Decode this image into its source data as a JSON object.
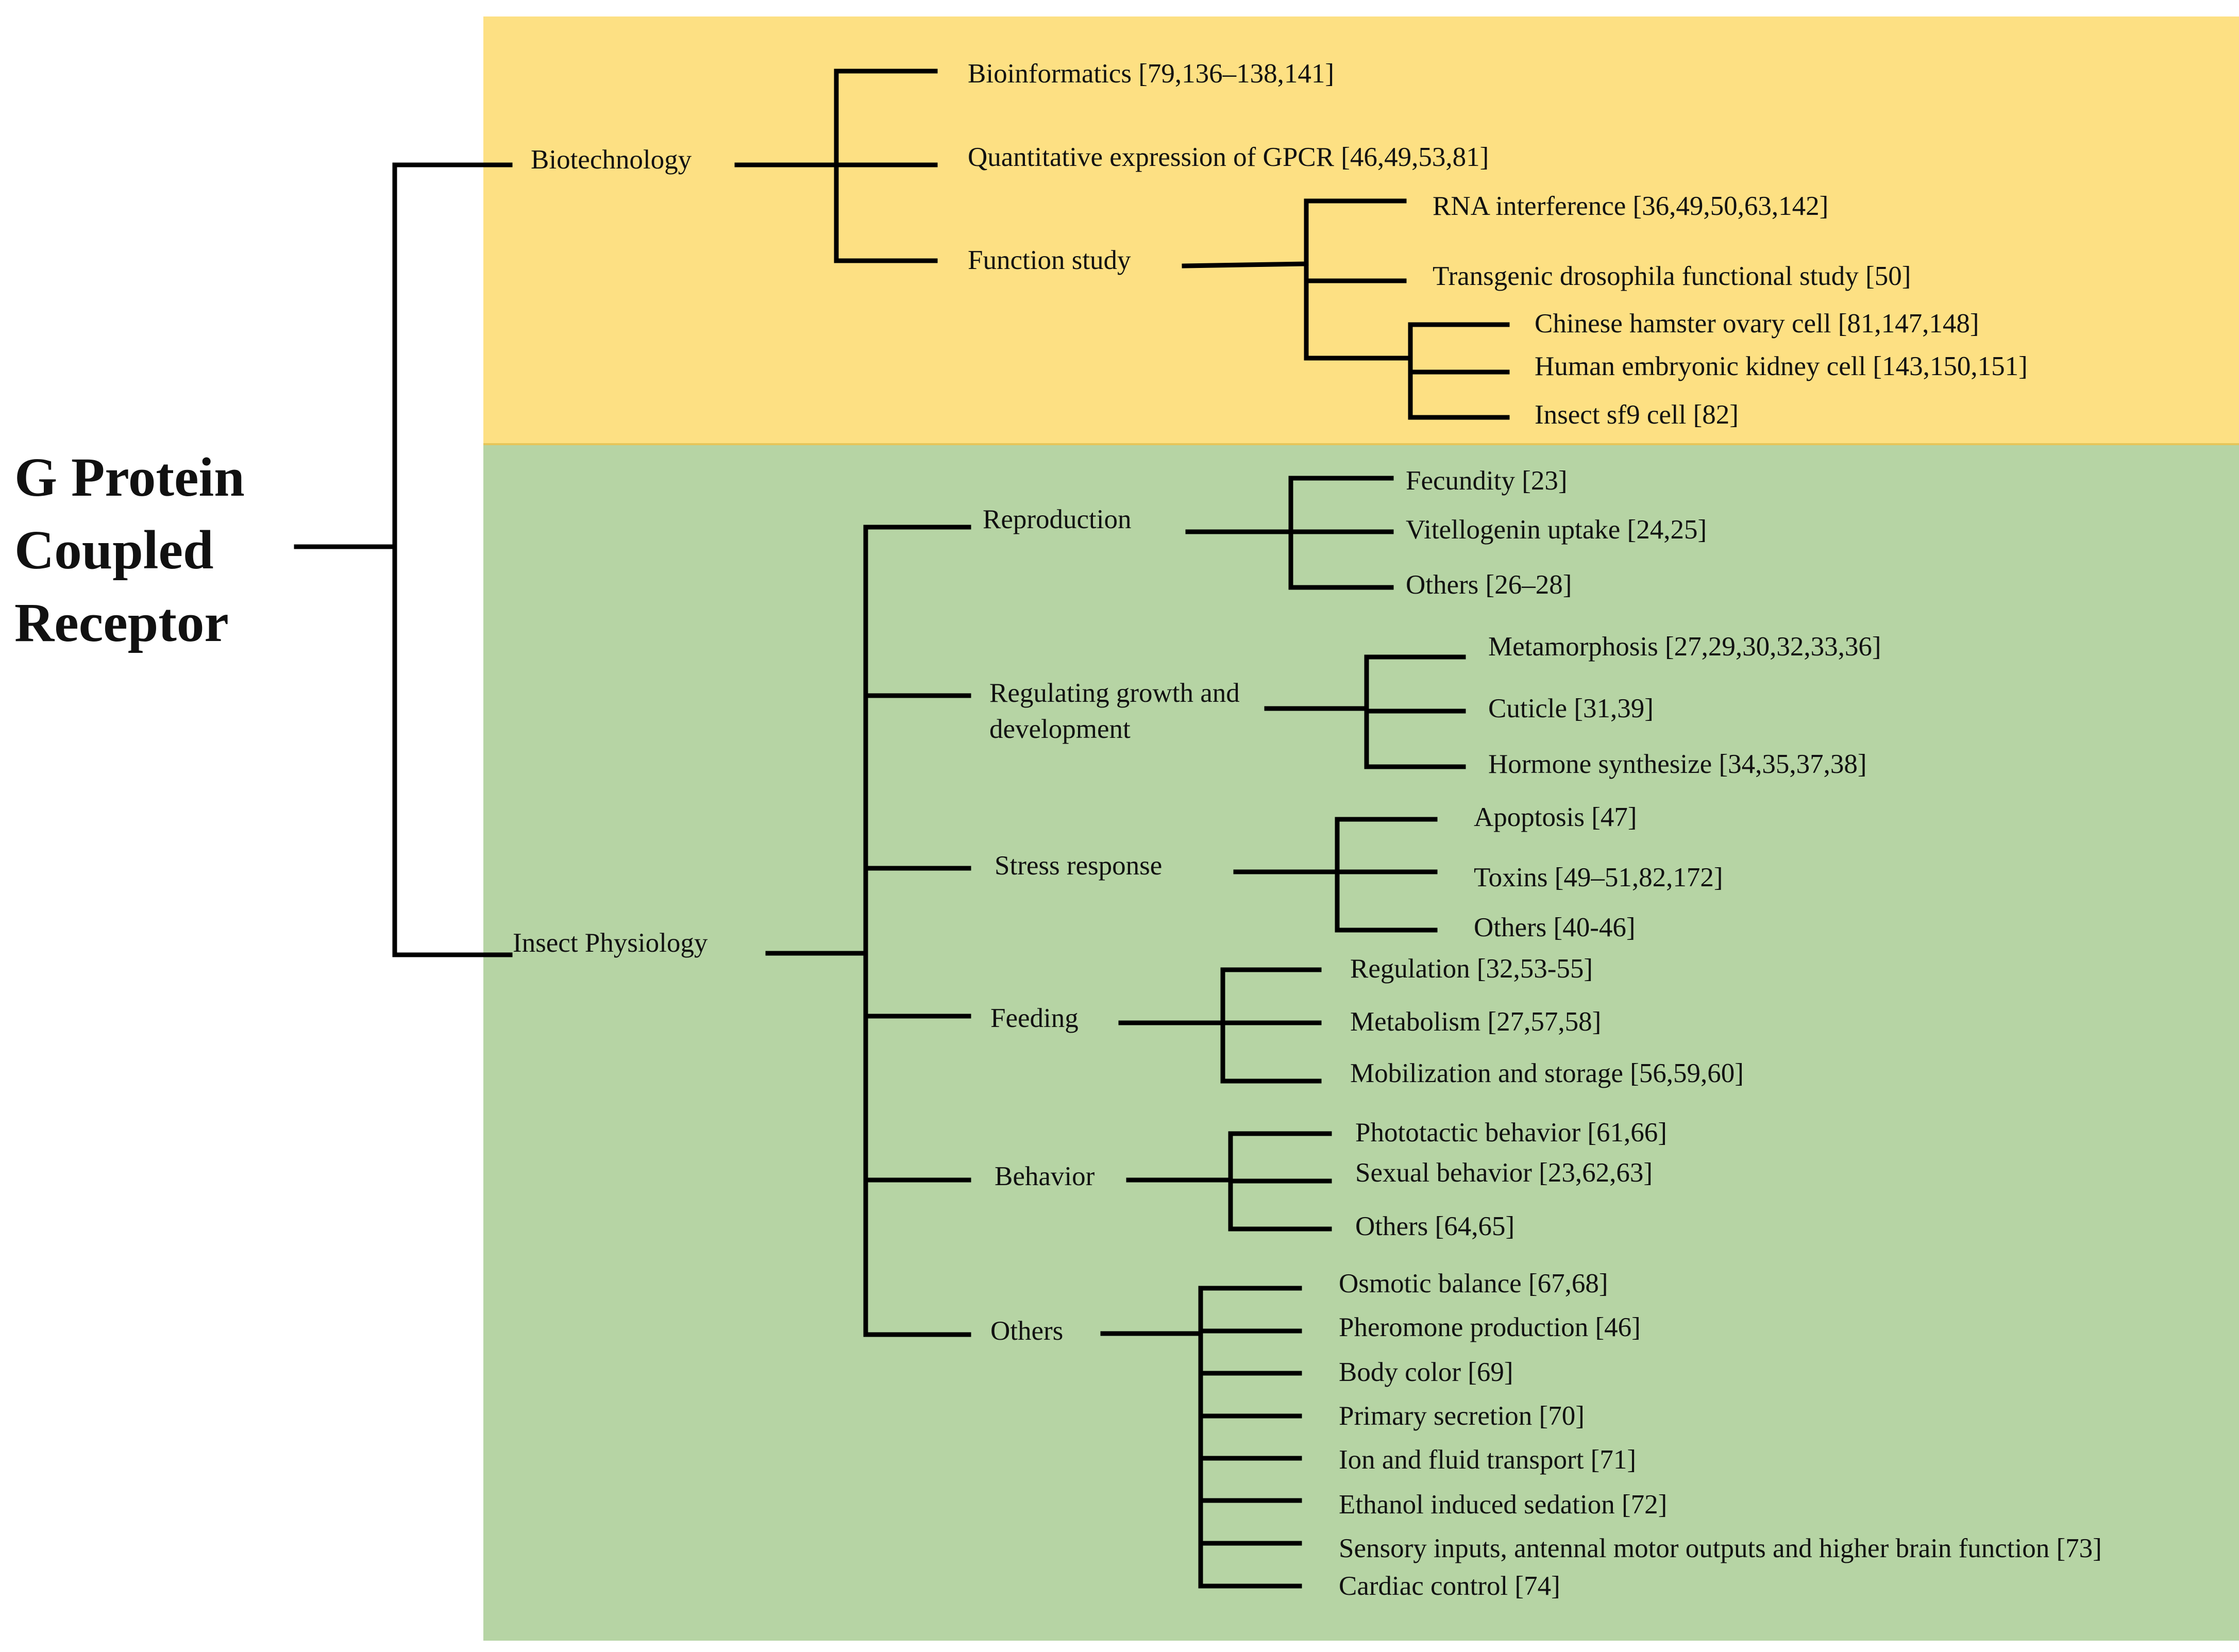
{
  "colors": {
    "biotech_panel": "#fde083",
    "physiology_panel": "#b6d4a4",
    "line": "#000000",
    "text": "#111111"
  },
  "root": {
    "line1": "G Protein",
    "line2": "Coupled",
    "line3": "Receptor"
  },
  "biotechnology": {
    "label": "Biotechnology",
    "bioinformatics": "Bioinformatics [79,136–138,141]",
    "quantitative": "Quantitative expression of GPCR [46,49,53,81]",
    "function_study": {
      "label": "Function study",
      "rnai": "RNA interference [36,49,50,63,142]",
      "transgenic": "Transgenic drosophila functional study [50]",
      "cho": "Chinese hamster ovary cell [81,147,148]",
      "hek": "Human embryonic kidney cell [143,150,151]",
      "sf9": "Insect sf9 cell [82]"
    }
  },
  "insect_physiology": {
    "label": "Insect Physiology",
    "reproduction": {
      "label": "Reproduction",
      "items": [
        "Fecundity [23]",
        "Vitellogenin uptake [24,25]",
        "Others [26–28]"
      ]
    },
    "growth": {
      "label_line1": "Regulating growth and",
      "label_line2": "development",
      "items": [
        "Metamorphosis [27,29,30,32,33,36]",
        "Cuticle [31,39]",
        "Hormone synthesize [34,35,37,38]"
      ]
    },
    "stress": {
      "label": "Stress response",
      "items": [
        "Apoptosis [47]",
        "Toxins [49–51,82,172]",
        "Others [40-46]"
      ]
    },
    "feeding": {
      "label": "Feeding",
      "items": [
        "Regulation [32,53-55]",
        "Metabolism [27,57,58]",
        "Mobilization and storage [56,59,60]"
      ]
    },
    "behavior": {
      "label": "Behavior",
      "items": [
        "Phototactic behavior [61,66]",
        "Sexual behavior [23,62,63]",
        "Others [64,65]"
      ]
    },
    "others": {
      "label": "Others",
      "items": [
        "Osmotic balance [67,68]",
        "Pheromone production [46]",
        "Body color [69]",
        "Primary secretion [70]",
        "Ion and fluid transport [71]",
        "Ethanol induced sedation [72]",
        "Sensory inputs, antennal motor outputs and higher brain function [73]",
        "Cardiac control [74]"
      ]
    }
  }
}
